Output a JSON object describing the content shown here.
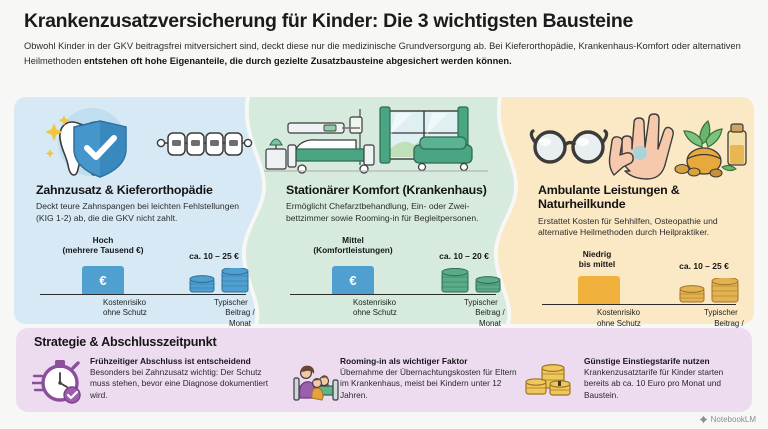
{
  "header": {
    "title": "Krankenzusatzversicherung für Kinder: Die 3 wichtigsten Bausteine",
    "subtitle_plain": "Obwohl Kinder in der GKV beitragsfrei mitversichert sind, deckt diese nur die medizinische Grundversorgung ab. Bei Kieferorthopädie, Krankenhaus-Komfort oder alternativen Heilmethoden ",
    "subtitle_bold": "entstehen oft hohe Eigenanteile, die durch gezielte Zusatzbausteine abgesichert werden können."
  },
  "cards": [
    {
      "id": "zahnzusatz",
      "title": "Zahnzusatz & Kieferorthopädie",
      "desc": "Deckt teure Zahnspangen bei leichten Fehlstellungen (KIG 1-2) ab, die die GKV nicht zahlt.",
      "bg_color": "#d6e9f5",
      "icons": [
        "tooth-shield-icon",
        "braces-icon"
      ],
      "chart": {
        "risk_label": "Hoch\n(mehrere Tausend €)",
        "risk_label_line1": "Hoch",
        "risk_label_line2": "(mehrere Tausend €)",
        "cost_label": "ca. 10 – 25 €",
        "bar_symbol": "€",
        "bar_color": "#4f9fd0",
        "coin_color": "#4f9fd0",
        "axis_caption_1": "Kostenrisiko\nohne Schutz",
        "axis_caption_1_line1": "Kostenrisiko",
        "axis_caption_1_line2": "ohne Schutz",
        "axis_caption_2": "Typischer\nBeitrag / Monat",
        "axis_caption_2_line1": "Typischer",
        "axis_caption_2_line2": "Beitrag / Monat"
      }
    },
    {
      "id": "stationaer",
      "title": "Stationärer Komfort (Krankenhaus)",
      "desc": "Ermöglicht Chefarztbehandlung, Ein- oder Zwei-bettzimmer sowie Rooming-in für Begleitpersonen.",
      "bg_color": "#d6ebdd",
      "icons": [
        "hospital-room-icon"
      ],
      "chart": {
        "risk_label_line1": "Mittel",
        "risk_label_line2": "(Komfortleistungen)",
        "cost_label": "ca. 10 – 20 €",
        "bar_symbol": "€",
        "bar_color": "#4f9fd0",
        "coin_color": "#3f9a6e",
        "axis_caption_1_line1": "Kostenrisiko",
        "axis_caption_1_line2": "ohne Schutz",
        "axis_caption_2_line1": "Typischer",
        "axis_caption_2_line2": "Beitrag / Monat"
      }
    },
    {
      "id": "ambulant",
      "title": "Ambulante Leistungen & Naturheilkunde",
      "title_line1": "Ambulante Leistungen &",
      "title_line2": "Naturheilkunde",
      "desc": "Erstattet Kosten für Sehhilfen, Osteopathie und alternative Heilmethoden durch Heilpraktiker.",
      "bg_color": "#fbe8c4",
      "icons": [
        "glasses-icon",
        "healing-hands-icon",
        "herbal-remedy-icon"
      ],
      "chart": {
        "risk_label_line1": "Niedrig",
        "risk_label_line2": "bis mittel",
        "cost_label": "ca. 10 – 25 €",
        "bar_symbol": "",
        "bar_color": "#f0b23c",
        "coin_color": "#d8a13a",
        "axis_caption_1_line1": "Kostenrisiko",
        "axis_caption_1_line2": "ohne Schutz",
        "axis_caption_2_line1": "Typischer",
        "axis_caption_2_line2": "Beitrag / Monat"
      }
    }
  ],
  "strategy": {
    "title": "Strategie & Abschlusszeitpunkt",
    "bg_color": "#eddcf0",
    "tips": [
      {
        "icon": "stopwatch-check-icon",
        "head": "Frühzeitiger Abschluss ist entscheidend",
        "body": "Besonders bei Zahnzusatz wichtig: Der Schutz muss stehen, bevor eine Diagnose dokumentiert wird."
      },
      {
        "icon": "parent-child-hospital-bed-icon",
        "head": "Rooming-in als wichtiger Faktor",
        "body": "Übernahme der Übernachtungskosten für Eltern im Krankenhaus, meist bei Kindern unter 12 Jahren."
      },
      {
        "icon": "coin-stacks-icon",
        "head": "Günstige Einstiegstarife nutzen",
        "body": "Krankenzusatztarife für Kinder starten bereits ab ca. 10 Euro pro Monat und Baustein."
      }
    ]
  },
  "watermark": {
    "label": "NotebookLM",
    "icon": "notebooklm-logo-icon"
  },
  "chart_data": [
    {
      "type": "bar",
      "title": "Zahnzusatz & Kieferorthopädie",
      "categories": [
        "Kostenrisiko ohne Schutz",
        "Typischer Beitrag / Monat"
      ],
      "values": [
        100,
        25
      ],
      "value_labels": [
        "Hoch (mehrere Tausend €)",
        "ca. 10 – 25 €"
      ],
      "ylabel": "",
      "xlabel": "",
      "grid": false,
      "legend": "none"
    },
    {
      "type": "bar",
      "title": "Stationärer Komfort (Krankenhaus)",
      "categories": [
        "Kostenrisiko ohne Schutz",
        "Typischer Beitrag / Monat"
      ],
      "values": [
        60,
        20
      ],
      "value_labels": [
        "Mittel (Komfortleistungen)",
        "ca. 10 – 20 €"
      ],
      "ylabel": "",
      "xlabel": "",
      "grid": false,
      "legend": "none"
    },
    {
      "type": "bar",
      "title": "Ambulante Leistungen & Naturheilkunde",
      "categories": [
        "Kostenrisiko ohne Schutz",
        "Typischer Beitrag / Monat"
      ],
      "values": [
        40,
        25
      ],
      "value_labels": [
        "Niedrig bis mittel",
        "ca. 10 – 25 €"
      ],
      "ylabel": "",
      "xlabel": "",
      "grid": false,
      "legend": "none"
    }
  ]
}
